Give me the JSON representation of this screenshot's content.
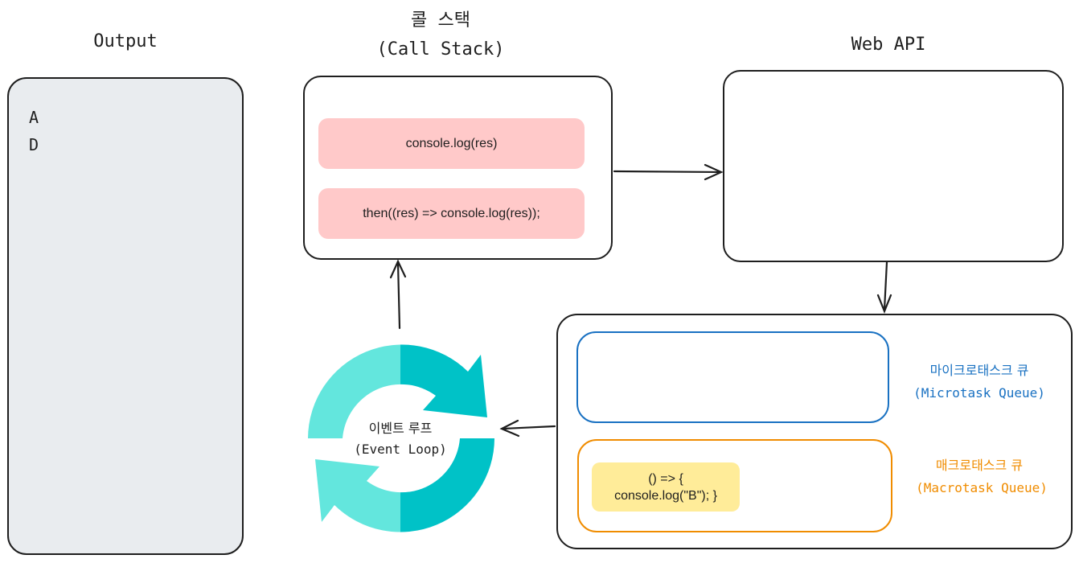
{
  "output": {
    "title": "Output",
    "lines": [
      "A",
      "D"
    ]
  },
  "call_stack": {
    "title_ko": "콜 스택",
    "title_en": "(Call Stack)",
    "items": [
      "console.log(res)",
      "then((res) => console.log(res));"
    ]
  },
  "web_api": {
    "title": "Web API"
  },
  "microtask_queue": {
    "label_ko": "마이크로태스크 큐",
    "label_en": "(Microtask Queue)",
    "color": "#1971c2"
  },
  "macrotask_queue": {
    "label_ko": "매크로태스크 큐",
    "label_en": "(Macrotask Queue)",
    "color": "#f08c00",
    "tasks": [
      {
        "line1": "() => {",
        "line2": "console.log(\"B\"); }"
      }
    ]
  },
  "event_loop": {
    "label_ko": "이벤트 루프",
    "label_en": "(Event Loop)",
    "color_light": "#63e6dd",
    "color_dark": "#00c2c7"
  }
}
